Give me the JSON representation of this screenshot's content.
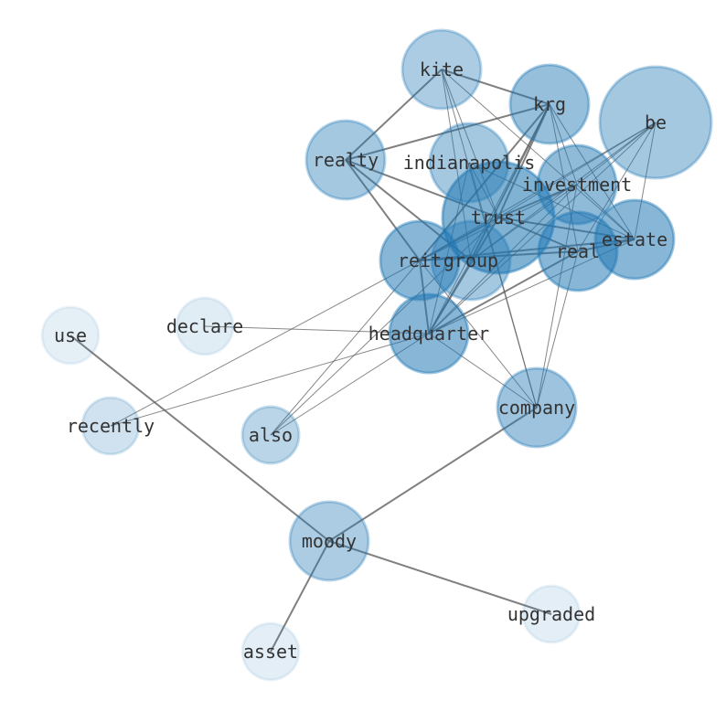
{
  "graph": {
    "node_color": "#1f77b4",
    "edge_color": "#555555",
    "label_color": "#333333",
    "nodes": [
      {
        "id": "kite",
        "label": "kite",
        "weight": 0.45
      },
      {
        "id": "krg",
        "label": "krg",
        "weight": 0.6
      },
      {
        "id": "be",
        "label": "be",
        "weight": 0.5
      },
      {
        "id": "realty",
        "label": "realty",
        "weight": 0.5
      },
      {
        "id": "indianapolis",
        "label": "indianapolis",
        "weight": 0.5
      },
      {
        "id": "investment",
        "label": "investment",
        "weight": 0.65
      },
      {
        "id": "trust",
        "label": "trust",
        "weight": 0.75
      },
      {
        "id": "estate",
        "label": "estate",
        "weight": 0.7
      },
      {
        "id": "real",
        "label": "real",
        "weight": 0.7
      },
      {
        "id": "group",
        "label": "group",
        "weight": 0.5
      },
      {
        "id": "reit",
        "label": "reit",
        "weight": 0.7
      },
      {
        "id": "headquarter",
        "label": "headquarter",
        "weight": 0.7
      },
      {
        "id": "declare",
        "label": "declare",
        "weight": 0.08
      },
      {
        "id": "use",
        "label": "use",
        "weight": 0.06
      },
      {
        "id": "recently",
        "label": "recently",
        "weight": 0.2
      },
      {
        "id": "also",
        "label": "also",
        "weight": 0.35
      },
      {
        "id": "company",
        "label": "company",
        "weight": 0.55
      },
      {
        "id": "moody",
        "label": "moody",
        "weight": 0.45
      },
      {
        "id": "upgraded",
        "label": "upgraded",
        "weight": 0.07
      },
      {
        "id": "asset",
        "label": "asset",
        "weight": 0.07
      }
    ],
    "edges": [
      {
        "source": "kite",
        "target": "krg",
        "strength": 2
      },
      {
        "source": "kite",
        "target": "realty",
        "strength": 2
      },
      {
        "source": "kite",
        "target": "trust",
        "strength": 1
      },
      {
        "source": "kite",
        "target": "group",
        "strength": 1
      },
      {
        "source": "kite",
        "target": "estate",
        "strength": 1
      },
      {
        "source": "kite",
        "target": "company",
        "strength": 1
      },
      {
        "source": "krg",
        "target": "realty",
        "strength": 2
      },
      {
        "source": "krg",
        "target": "trust",
        "strength": 2
      },
      {
        "source": "krg",
        "target": "group",
        "strength": 2
      },
      {
        "source": "krg",
        "target": "reit",
        "strength": 2
      },
      {
        "source": "krg",
        "target": "real",
        "strength": 1
      },
      {
        "source": "krg",
        "target": "estate",
        "strength": 1
      },
      {
        "source": "krg",
        "target": "headquarter",
        "strength": 1
      },
      {
        "source": "krg",
        "target": "investment",
        "strength": 1
      },
      {
        "source": "be",
        "target": "trust",
        "strength": 1
      },
      {
        "source": "be",
        "target": "investment",
        "strength": 1
      },
      {
        "source": "be",
        "target": "estate",
        "strength": 1
      },
      {
        "source": "be",
        "target": "reit",
        "strength": 1
      },
      {
        "source": "be",
        "target": "group",
        "strength": 1
      },
      {
        "source": "be",
        "target": "headquarter",
        "strength": 1
      },
      {
        "source": "be",
        "target": "real",
        "strength": 1
      },
      {
        "source": "realty",
        "target": "trust",
        "strength": 2
      },
      {
        "source": "realty",
        "target": "group",
        "strength": 2
      },
      {
        "source": "realty",
        "target": "reit",
        "strength": 2
      },
      {
        "source": "indianapolis",
        "target": "headquarter",
        "strength": 1
      },
      {
        "source": "indianapolis",
        "target": "company",
        "strength": 1
      },
      {
        "source": "indianapolis",
        "target": "estate",
        "strength": 1
      },
      {
        "source": "indianapolis",
        "target": "trust",
        "strength": 1
      },
      {
        "source": "investment",
        "target": "trust",
        "strength": 2
      },
      {
        "source": "investment",
        "target": "headquarter",
        "strength": 1
      },
      {
        "source": "investment",
        "target": "reit",
        "strength": 1
      },
      {
        "source": "investment",
        "target": "estate",
        "strength": 1
      },
      {
        "source": "investment",
        "target": "company",
        "strength": 1
      },
      {
        "source": "investment",
        "target": "group",
        "strength": 1
      },
      {
        "source": "trust",
        "target": "estate",
        "strength": 2
      },
      {
        "source": "trust",
        "target": "real",
        "strength": 2
      },
      {
        "source": "trust",
        "target": "reit",
        "strength": 2
      },
      {
        "source": "trust",
        "target": "headquarter",
        "strength": 2
      },
      {
        "source": "real",
        "target": "estate",
        "strength": 2
      },
      {
        "source": "real",
        "target": "reit",
        "strength": 2
      },
      {
        "source": "real",
        "target": "headquarter",
        "strength": 2
      },
      {
        "source": "real",
        "target": "company",
        "strength": 1
      },
      {
        "source": "estate",
        "target": "reit",
        "strength": 2
      },
      {
        "source": "estate",
        "target": "headquarter",
        "strength": 1
      },
      {
        "source": "group",
        "target": "headquarter",
        "strength": 1
      },
      {
        "source": "reit",
        "target": "headquarter",
        "strength": 2
      },
      {
        "source": "reit",
        "target": "recently",
        "strength": 1
      },
      {
        "source": "reit",
        "target": "also",
        "strength": 1
      },
      {
        "source": "reit",
        "target": "company",
        "strength": 1
      },
      {
        "source": "headquarter",
        "target": "declare",
        "strength": 1
      },
      {
        "source": "headquarter",
        "target": "recently",
        "strength": 1
      },
      {
        "source": "headquarter",
        "target": "also",
        "strength": 1
      },
      {
        "source": "headquarter",
        "target": "company",
        "strength": 1
      },
      {
        "source": "trust",
        "target": "also",
        "strength": 1
      },
      {
        "source": "company",
        "target": "moody",
        "strength": 2
      },
      {
        "source": "use",
        "target": "moody",
        "strength": 2
      },
      {
        "source": "moody",
        "target": "upgraded",
        "strength": 2
      },
      {
        "source": "moody",
        "target": "asset",
        "strength": 2
      }
    ]
  }
}
